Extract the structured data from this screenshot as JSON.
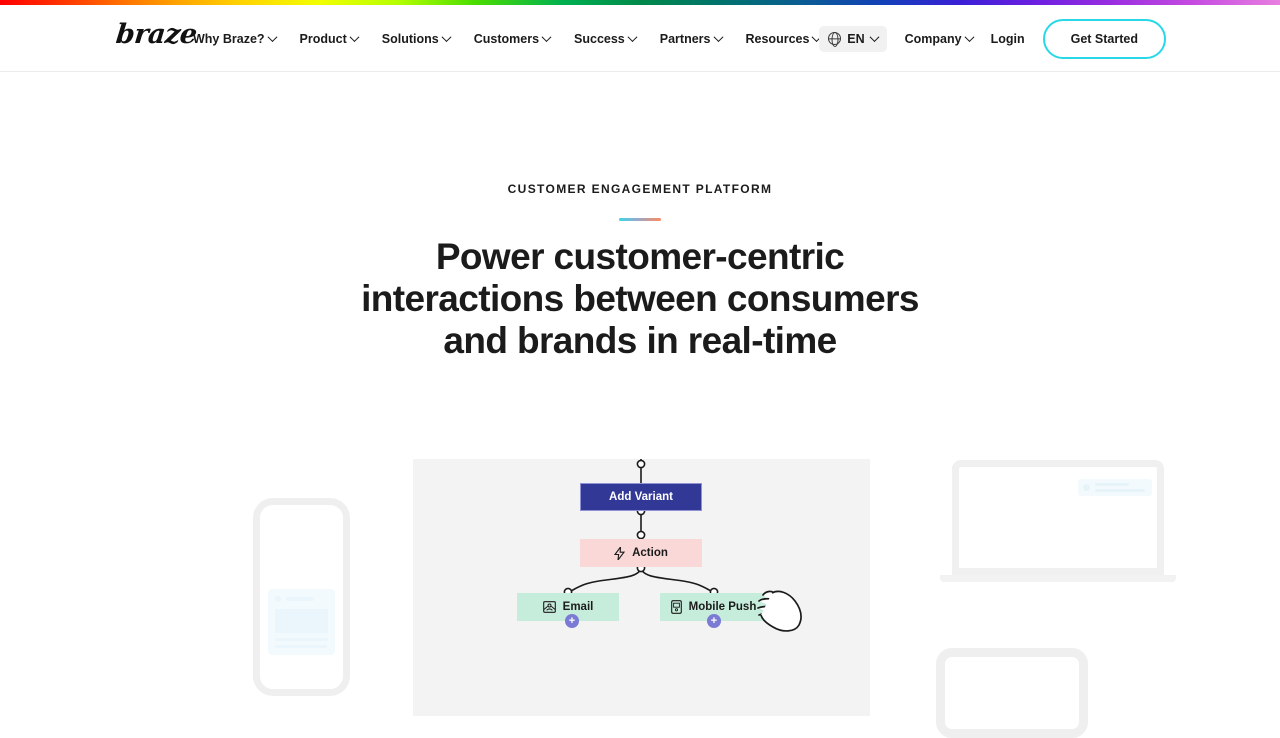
{
  "brand": {
    "logo_text": "braze",
    "accent_cyan": "#28d8e8",
    "accent_orange": "#ff8a5c"
  },
  "header": {
    "nav_items": [
      {
        "label": "Why Braze?",
        "icon": "chevron-down-icon"
      },
      {
        "label": "Product",
        "icon": "chevron-down-icon"
      },
      {
        "label": "Solutions",
        "icon": "chevron-down-icon"
      },
      {
        "label": "Customers",
        "icon": "chevron-down-icon"
      },
      {
        "label": "Success",
        "icon": "chevron-down-icon"
      },
      {
        "label": "Partners",
        "icon": "chevron-down-icon"
      },
      {
        "label": "Resources",
        "icon": "chevron-down-icon"
      }
    ],
    "language": {
      "label": "EN",
      "icon": "globe-icon"
    },
    "company": {
      "label": "Company",
      "icon": "chevron-down-icon"
    },
    "login": "Login",
    "cta": "Get Started"
  },
  "hero": {
    "eyebrow": "CUSTOMER ENGAGEMENT PLATFORM",
    "headline": "Power customer-centric interactions between consumers and brands in real-time"
  },
  "illustration": {
    "canvas_nodes": [
      {
        "label": "Add Variant",
        "type": "variant",
        "color": "#323896"
      },
      {
        "label": "Action",
        "type": "action",
        "color": "#fbd8d8",
        "icon": "lightning-bolt-icon"
      },
      {
        "label": "Email",
        "type": "channel",
        "color": "#c6ecdb",
        "icon": "envelope-icon",
        "badge": "+"
      },
      {
        "label": "Mobile Push",
        "type": "channel",
        "color": "#c6ecdb",
        "icon": "mobile-phone-icon",
        "badge": "+"
      }
    ],
    "devices": [
      "phone-mockup",
      "laptop-mockup",
      "tablet-mockup"
    ],
    "cursor": "hand-pointer-illustration"
  }
}
